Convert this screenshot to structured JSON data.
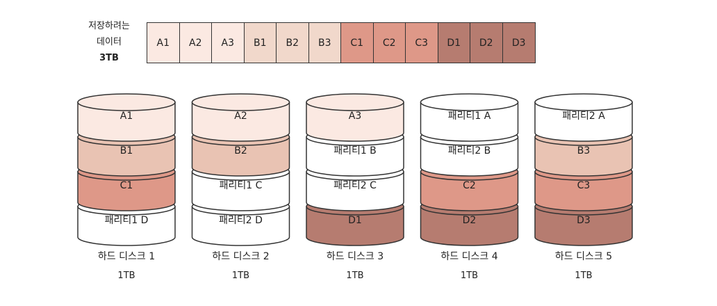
{
  "data_label": {
    "line1": "저장하려는",
    "line2": "데이터",
    "line3": "3TB"
  },
  "colors": {
    "A": "#fbe9e2",
    "B": "#f1d8cb",
    "C": "#de9888",
    "D": "#b67c70",
    "parity": "#ffffff",
    "stroke": "#333333"
  },
  "strip": [
    {
      "label": "A1",
      "group": "A"
    },
    {
      "label": "A2",
      "group": "A"
    },
    {
      "label": "A3",
      "group": "A"
    },
    {
      "label": "B1",
      "group": "B"
    },
    {
      "label": "B2",
      "group": "B"
    },
    {
      "label": "B3",
      "group": "B"
    },
    {
      "label": "C1",
      "group": "C"
    },
    {
      "label": "C2",
      "group": "C"
    },
    {
      "label": "C3",
      "group": "C"
    },
    {
      "label": "D1",
      "group": "D"
    },
    {
      "label": "D2",
      "group": "D"
    },
    {
      "label": "D3",
      "group": "D"
    }
  ],
  "disks": [
    {
      "name": "하드 디스크 1",
      "capacity": "1TB",
      "blocks": [
        {
          "label": "A1",
          "fill": "#fbe9e2"
        },
        {
          "label": "B1",
          "fill": "#e9c3b3"
        },
        {
          "label": "C1",
          "fill": "#de9888"
        },
        {
          "label": "패리티1 D",
          "fill": "#ffffff"
        }
      ]
    },
    {
      "name": "하드 디스크 2",
      "capacity": "1TB",
      "blocks": [
        {
          "label": "A2",
          "fill": "#fbe9e2"
        },
        {
          "label": "B2",
          "fill": "#e9c3b3"
        },
        {
          "label": "패리티1 C",
          "fill": "#ffffff"
        },
        {
          "label": "패리티2 D",
          "fill": "#ffffff"
        }
      ]
    },
    {
      "name": "하드 디스크 3",
      "capacity": "1TB",
      "blocks": [
        {
          "label": "A3",
          "fill": "#fbe9e2"
        },
        {
          "label": "패리티1 B",
          "fill": "#ffffff"
        },
        {
          "label": "패리티2 C",
          "fill": "#ffffff"
        },
        {
          "label": "D1",
          "fill": "#b67c70"
        }
      ]
    },
    {
      "name": "하드 디스크 4",
      "capacity": "1TB",
      "blocks": [
        {
          "label": "패리티1 A",
          "fill": "#ffffff"
        },
        {
          "label": "패리티2 B",
          "fill": "#ffffff"
        },
        {
          "label": "C2",
          "fill": "#de9888"
        },
        {
          "label": "D2",
          "fill": "#b67c70"
        }
      ]
    },
    {
      "name": "하드 디스크 5",
      "capacity": "1TB",
      "blocks": [
        {
          "label": "패리티2 A",
          "fill": "#ffffff"
        },
        {
          "label": "B3",
          "fill": "#e9c3b3"
        },
        {
          "label": "C3",
          "fill": "#de9888"
        },
        {
          "label": "D3",
          "fill": "#b67c70"
        }
      ]
    }
  ]
}
